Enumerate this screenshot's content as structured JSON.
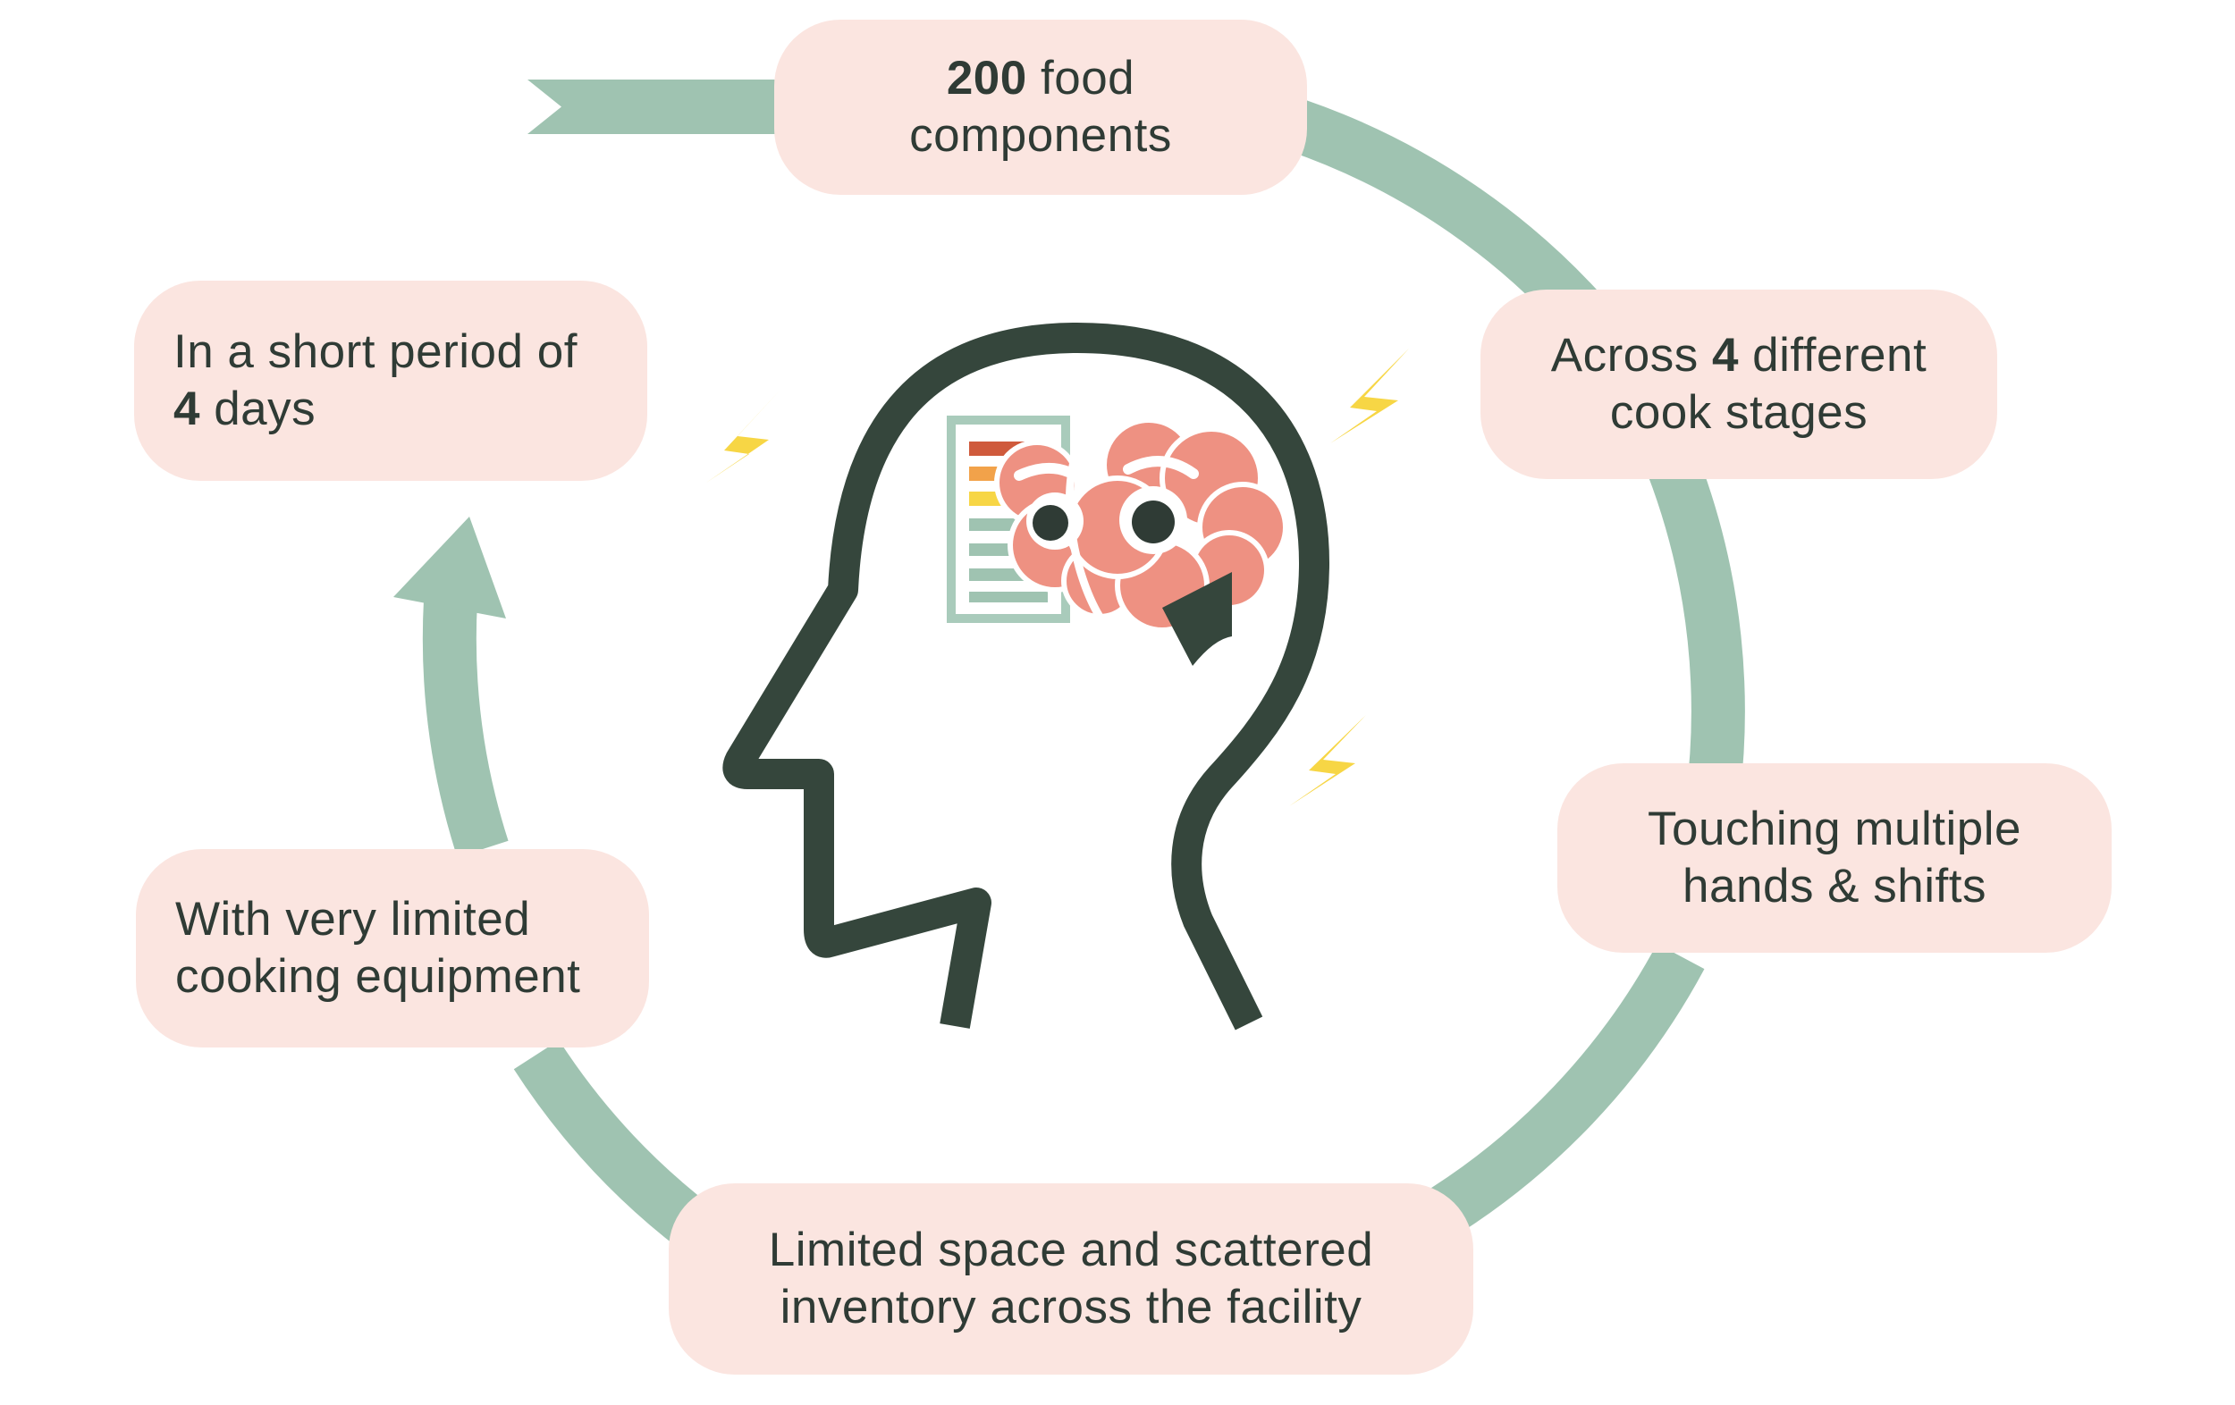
{
  "colors": {
    "ring": "#9fc3b1",
    "card": "#fbe5e0",
    "ink": "#2f3b35",
    "brain": "#ee9182",
    "bolt": "#f7d645"
  },
  "icons": {
    "head": "head-silhouette-icon",
    "brain": "stressed-brain-icon",
    "document": "checklist-document-icon",
    "bolt": "lightning-bolt-icon"
  },
  "cards": {
    "top": {
      "bold1": "200",
      "text1": " food",
      "text2": "components"
    },
    "top_right": {
      "text1a": "Across ",
      "bold1": "4",
      "text1b": " different",
      "text2": "cook stages"
    },
    "right": {
      "text1": "Touching multiple",
      "text2": "hands & shifts"
    },
    "bottom": {
      "text1": "Limited space and scattered",
      "text2": "inventory across the facility"
    },
    "bottom_left": {
      "text1": "With very limited",
      "text2": "cooking equipment"
    },
    "top_left": {
      "text1": "In a short period of",
      "bold2": "4",
      "text2": " days"
    }
  }
}
